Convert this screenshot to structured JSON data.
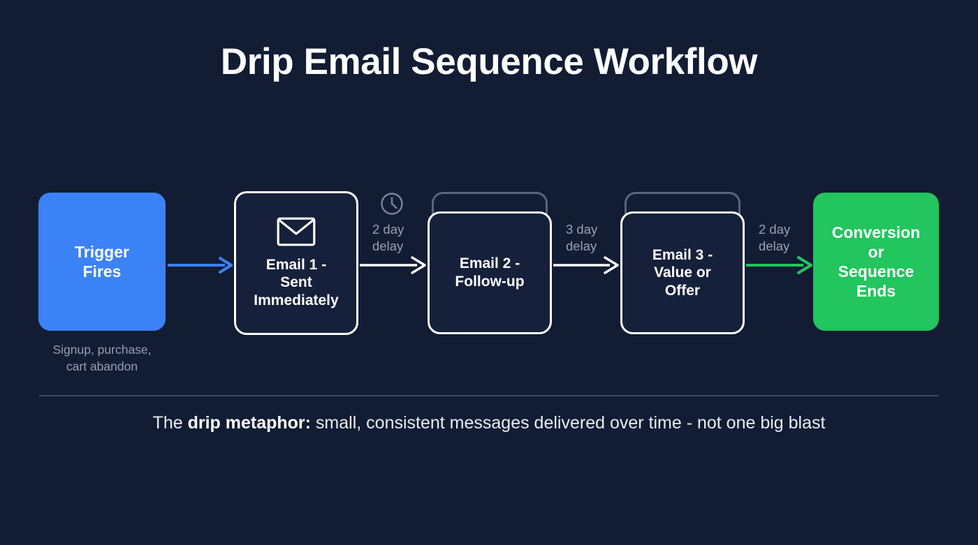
{
  "page": {
    "title": "Drip Email Sequence Workflow",
    "background_color": "#121c33"
  },
  "colors": {
    "trigger": "#3b82f6",
    "conversion": "#22c55e",
    "card_border": "#ffffff",
    "stack_arc": "#5a657c",
    "muted_text": "#94a0b4",
    "divider": "#3c4a63"
  },
  "flow": {
    "nodes": [
      {
        "id": "trigger",
        "type": "filled",
        "label": "Trigger\nFires",
        "lines": [
          "Trigger",
          "Fires"
        ],
        "caption": "Signup, purchase,\ncart abandon",
        "caption_lines": [
          "Signup, purchase,",
          "cart abandon"
        ],
        "color": "#3b82f6"
      },
      {
        "id": "email-1",
        "type": "card",
        "icon": "envelope-icon",
        "lines": [
          "Email 1 -",
          "Sent",
          "Immediately"
        ]
      },
      {
        "id": "email-2",
        "type": "card",
        "stacked": true,
        "lines": [
          "Email 2 -",
          "Follow-up"
        ]
      },
      {
        "id": "email-3",
        "type": "card",
        "stacked": true,
        "lines": [
          "Email 3 -",
          "Value or",
          "Offer"
        ]
      },
      {
        "id": "conversion",
        "type": "filled",
        "lines": [
          "Conversion",
          "or",
          "Sequence",
          "Ends"
        ],
        "color": "#22c55e"
      }
    ],
    "connectors": [
      {
        "id": "trigger-to-email1",
        "color": "#3b82f6",
        "label": null
      },
      {
        "id": "email1-to-email2",
        "color": "#ffffff",
        "label": "2 day\ndelay",
        "label_lines": [
          "2 day",
          "delay"
        ],
        "icon": "clock-icon"
      },
      {
        "id": "email2-to-email3",
        "color": "#ffffff",
        "label": "3 day\ndelay",
        "label_lines": [
          "3 day",
          "delay"
        ],
        "icon": null
      },
      {
        "id": "email3-to-conversion",
        "color": "#22c55e",
        "label": "2 day\ndelay",
        "label_lines": [
          "2 day",
          "delay"
        ],
        "icon": null
      }
    ]
  },
  "footer": {
    "lead": "The ",
    "emphasis": "drip metaphor:",
    "rest": " small, consistent messages delivered over time - not one big blast"
  }
}
